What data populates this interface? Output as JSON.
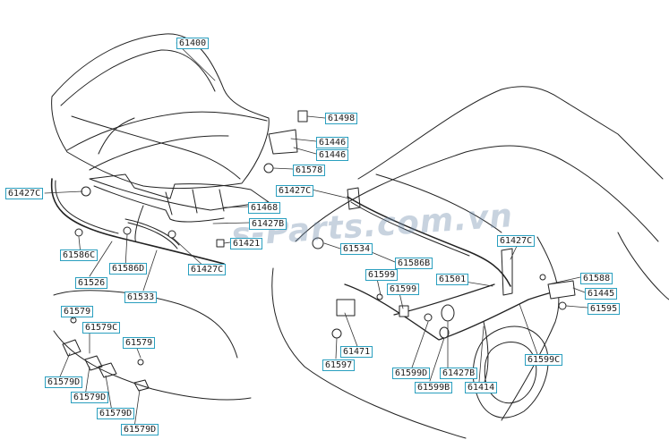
{
  "watermark": "s-Parts.com.vn",
  "parts": [
    {
      "id": "p01",
      "code": "61400"
    },
    {
      "id": "p02",
      "code": "61498"
    },
    {
      "id": "p03",
      "code": "61446"
    },
    {
      "id": "p04",
      "code": "61446"
    },
    {
      "id": "p05",
      "code": "61578"
    },
    {
      "id": "p06",
      "code": "61427C"
    },
    {
      "id": "p07",
      "code": "61427C"
    },
    {
      "id": "p08",
      "code": "61468"
    },
    {
      "id": "p09",
      "code": "61427B"
    },
    {
      "id": "p10",
      "code": "61421"
    },
    {
      "id": "p11",
      "code": "61427C"
    },
    {
      "id": "p12",
      "code": "61586C"
    },
    {
      "id": "p13",
      "code": "61586D"
    },
    {
      "id": "p14",
      "code": "61526"
    },
    {
      "id": "p15",
      "code": "61533"
    },
    {
      "id": "p16",
      "code": "61427C"
    },
    {
      "id": "p17",
      "code": "61534"
    },
    {
      "id": "p18",
      "code": "61586B"
    },
    {
      "id": "p19",
      "code": "61599"
    },
    {
      "id": "p20",
      "code": "61599"
    },
    {
      "id": "p21",
      "code": "61501"
    },
    {
      "id": "p22",
      "code": "61588"
    },
    {
      "id": "p23",
      "code": "61445"
    },
    {
      "id": "p24",
      "code": "61595"
    },
    {
      "id": "p25",
      "code": "61579"
    },
    {
      "id": "p26",
      "code": "61579C"
    },
    {
      "id": "p27",
      "code": "61579"
    },
    {
      "id": "p28",
      "code": "61579D"
    },
    {
      "id": "p29",
      "code": "61579D"
    },
    {
      "id": "p30",
      "code": "61579D"
    },
    {
      "id": "p31",
      "code": "61579D"
    },
    {
      "id": "p32",
      "code": "61471"
    },
    {
      "id": "p33",
      "code": "61597"
    },
    {
      "id": "p34",
      "code": "61599D"
    },
    {
      "id": "p35",
      "code": "61599B"
    },
    {
      "id": "p36",
      "code": "61427B"
    },
    {
      "id": "p37",
      "code": "61414"
    },
    {
      "id": "p38",
      "code": "61599C"
    }
  ]
}
